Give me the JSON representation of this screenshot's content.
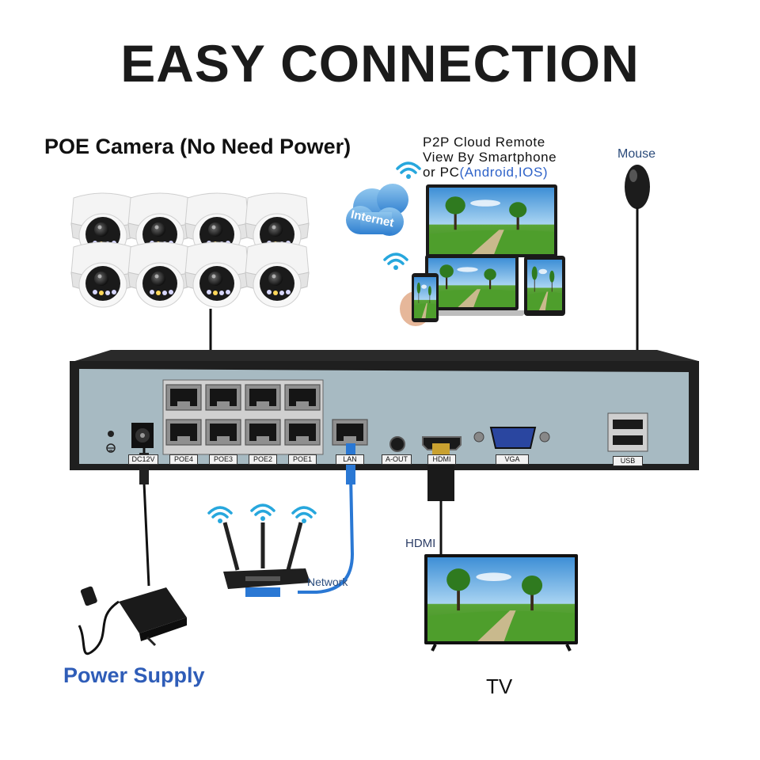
{
  "title": "EASY CONNECTION",
  "camera_heading": "POE Camera (No Need Power)",
  "p2p": {
    "line1": "P2P Cloud Remote",
    "line2": "View By Smartphone",
    "line3_prefix": "or PC",
    "line3_highlight": "(Android,IOS)"
  },
  "internet_label": "Internet",
  "mouse_label": "Mouse",
  "nvr_ports": {
    "dc": "DC12V",
    "poe4": "POE4",
    "poe3": "POE3",
    "poe2": "POE2",
    "poe1": "POE1",
    "lan": "LAN",
    "aout": "A-OUT",
    "hdmi": "HDMI",
    "vga": "VGA",
    "usb": "USB"
  },
  "hdmi_label": "HDMI",
  "network_label": "Network",
  "power_label": "Power Supply",
  "tv_label": "TV",
  "colors": {
    "title": "#1b1b1b",
    "power_label": "#2f5db8",
    "wifi": "#27a7dd",
    "nvr_panel": "#a7bac2",
    "nvr_body": "#1f1f1f",
    "cable_blue": "#2a78d4"
  },
  "icons": [
    "wifi-icon",
    "cloud-icon",
    "mouse-icon",
    "camera-icon",
    "router-icon",
    "adapter-icon",
    "tv-icon",
    "monitor-icon",
    "laptop-icon",
    "tablet-icon",
    "phone-icon"
  ]
}
